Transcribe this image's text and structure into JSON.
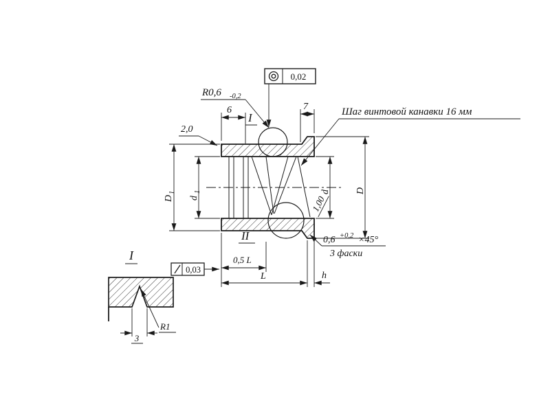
{
  "colors": {
    "ink": "#1a1a1a",
    "paper": "#ffffff"
  },
  "drawing": {
    "notes": {
      "radius_base": "R0,6",
      "radius_tol": "-0,2",
      "pitch": "Шаг винтовой канавки  16 мм",
      "chamfer_base": "0,6",
      "chamfer_tol": "+0,2",
      "chamfer_angle": "×45°",
      "chamfer_count": "3 фаски"
    },
    "dims": {
      "wall": "2,0",
      "groove_start": "6",
      "flange_zone": "7",
      "outer_body_base": "D",
      "outer_body_sub": "1",
      "bore_base": "d",
      "bore_sub": "1",
      "bore_right": "d",
      "flange_outer": "D",
      "groove_depth": "1,00",
      "half_length": "0,5 L",
      "length": "L",
      "flange_width": "h",
      "detail_width": "3",
      "detail_radius": "R1"
    },
    "frames": {
      "position_value": "0,02",
      "runout_value": "0,03"
    },
    "views": {
      "top_detail": "I",
      "bottom_detail": "II",
      "detail_title": "I"
    }
  }
}
